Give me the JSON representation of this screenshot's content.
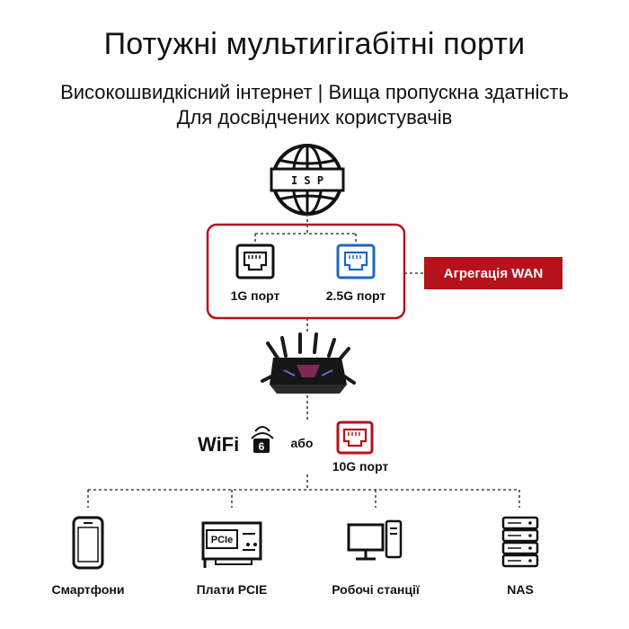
{
  "header": {
    "title": "Потужні мультигігабітні порти",
    "subtitle_line1": "Високошвидкісний інтернет | Вища пропускна здатність",
    "subtitle_line2": "Для досвідчених користувачів"
  },
  "isp": {
    "label": "I S P"
  },
  "wan": {
    "port1_label": "1G порт",
    "port2_label": "2.5G порт",
    "badge": "Агрегація WAN"
  },
  "link": {
    "wifi_logo": "WiFi",
    "wifi_version": "6",
    "or_label": "або",
    "port10g_label": "10G порт"
  },
  "devices": [
    {
      "label": "Смартфони"
    },
    {
      "label": "Плати PCIE"
    },
    {
      "label": "Робочі станції"
    },
    {
      "label": "NAS"
    }
  ],
  "pcie_chip": "PCIe",
  "colors": {
    "accent_red": "#b5121b",
    "blue": "#1f66c1",
    "dark": "#111111",
    "dash": "#555555"
  }
}
